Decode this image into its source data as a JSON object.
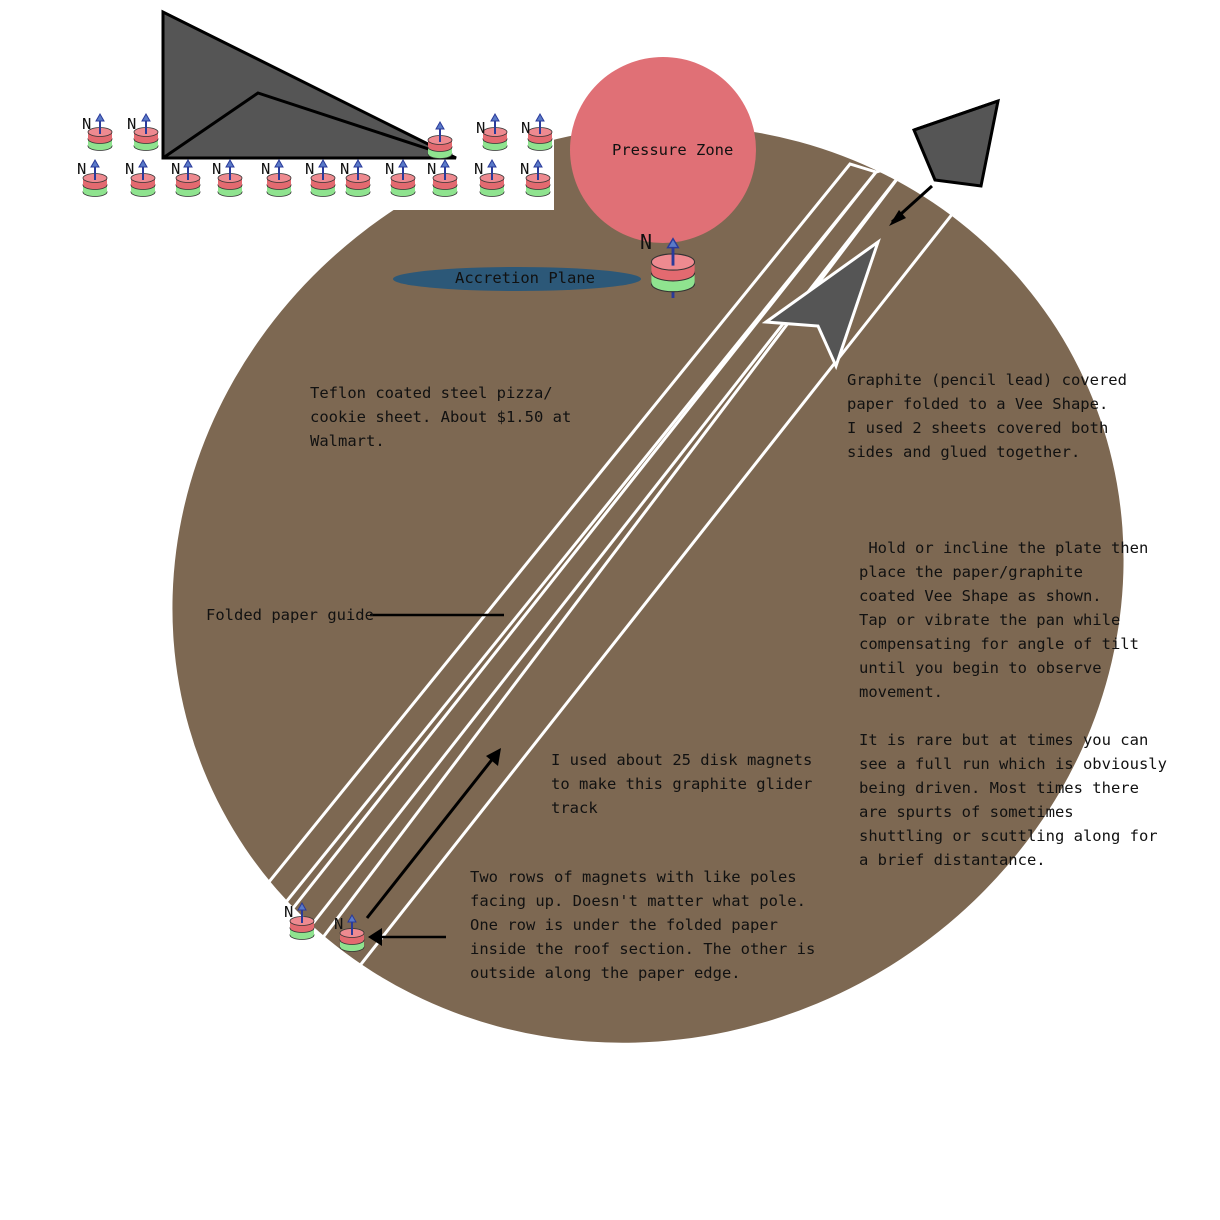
{
  "colors": {
    "background": "#ffffff",
    "pan": "#7d6852",
    "pressure_zone": "#e07076",
    "accretion_plane": "#2c5878",
    "track_outline": "#ffffff",
    "glider_fill": "#555555",
    "magnet_top": "#e36a70",
    "magnet_bottom": "#8fe38f"
  },
  "icons": [
    "disk-magnet-icon",
    "north-pole-arrow-icon",
    "vee-glider-icon"
  ],
  "magnet_pole_label": "N",
  "labels": {
    "pressure_zone": "Pressure Zone",
    "accretion_plane": "Accretion Plane",
    "pan": "Teflon coated steel pizza/\ncookie sheet. About $1.50 at\nWalmart.",
    "graphite_vee": "Graphite (pencil lead) covered\npaper folded to a Vee Shape.\nI used 2 sheets covered both\nsides and glued together.",
    "instructions": " Hold or incline the plate then\nplace the paper/graphite\ncoated Vee Shape as shown.\nTap or vibrate the pan while\ncompensating for angle of tilt\nuntil you begin to observe\nmovement.\n\nIt is rare but at times you can\nsee a full run which is obviously\nbeing driven. Most times there\nare spurts of sometimes\nshuttling or scuttling along for\na brief distantance.",
    "folded_paper_guide": "Folded paper guide",
    "magnet_count": "I used about 25 disk magnets\nto make this graphite glider\ntrack",
    "magnet_rows": "Two rows of magnets with like poles\nfacing up. Doesn't matter what pole.\nOne row is under the folded paper\ninside the roof section. The other is\noutside along the paper edge."
  }
}
